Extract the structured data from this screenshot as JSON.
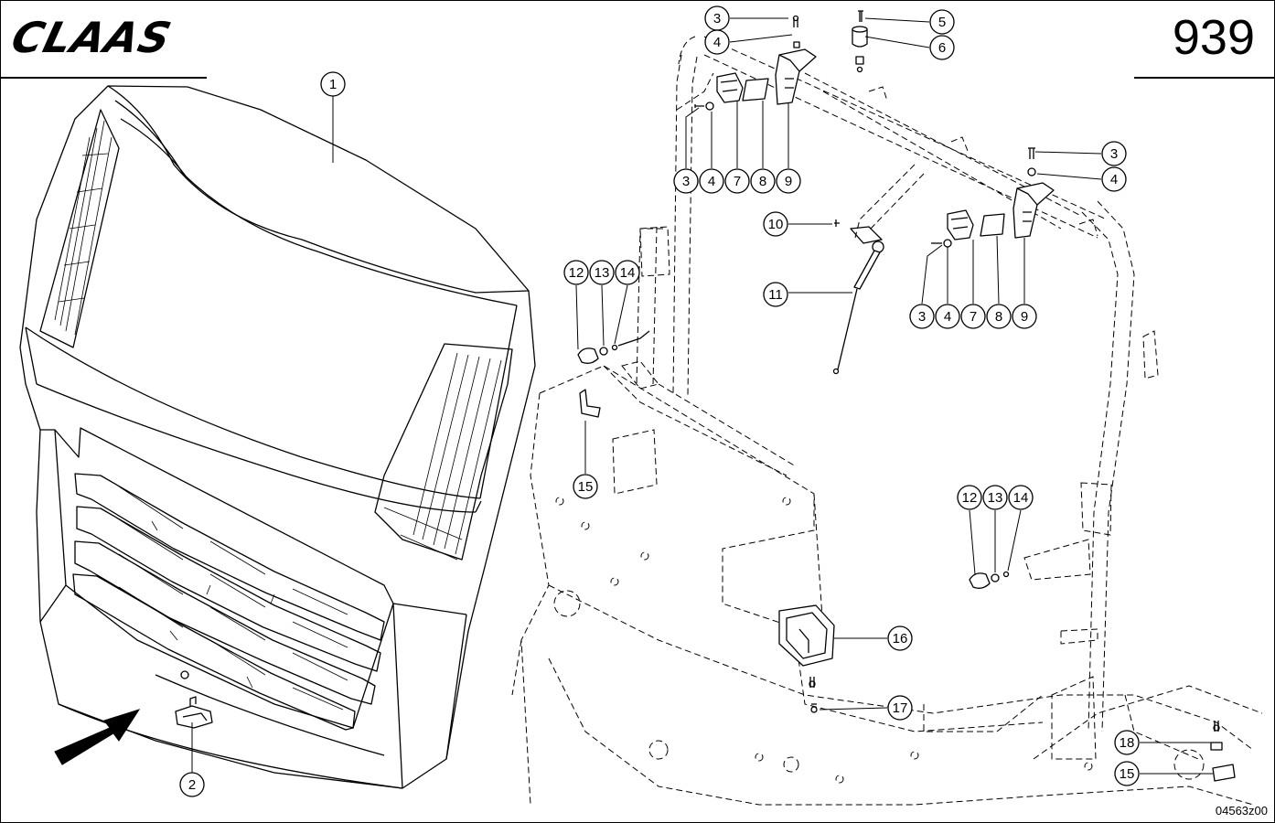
{
  "header": {
    "brand": "CLAAS",
    "page_number": "939"
  },
  "footer": {
    "drawing_code": "04563z00"
  },
  "callouts": [
    "1",
    "2",
    "3",
    "4",
    "5",
    "6",
    "3",
    "4",
    "7",
    "8",
    "9",
    "3",
    "4",
    "10",
    "11",
    "12",
    "13",
    "14",
    "3",
    "4",
    "7",
    "8",
    "9",
    "15",
    "12",
    "13",
    "14",
    "16",
    "17",
    "18",
    "15"
  ],
  "colors": {
    "line": "#000000",
    "background": "#ffffff"
  },
  "icons": {
    "front_arrow": "arrow-icon"
  }
}
